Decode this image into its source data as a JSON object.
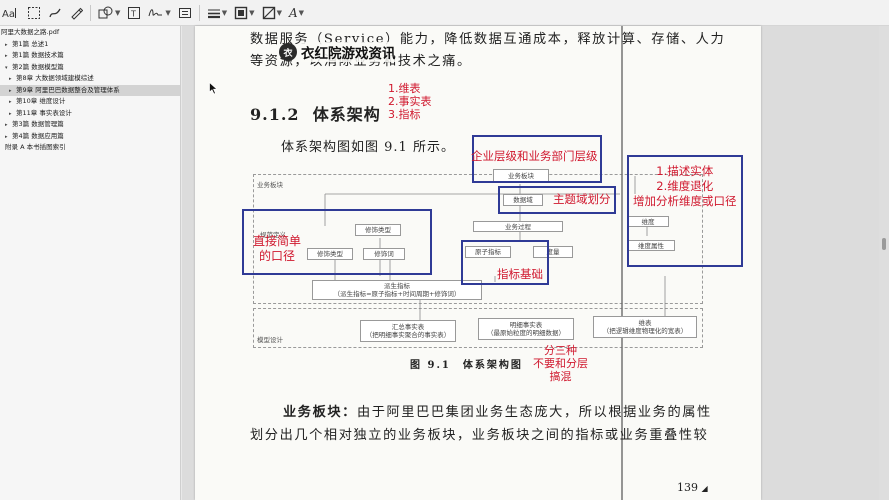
{
  "sidebar": {
    "items": [
      {
        "label": "阿里大数据之路.pdf",
        "indent": 0,
        "tri": "",
        "selected": false
      },
      {
        "label": "第1篇 总述1",
        "indent": 1,
        "tri": "▸",
        "selected": false
      },
      {
        "label": "第1篇 数据技术篇",
        "indent": 1,
        "tri": "▸",
        "selected": false
      },
      {
        "label": "第2篇 数据模型篇",
        "indent": 1,
        "tri": "▾",
        "selected": false
      },
      {
        "label": "第8章 大数据领域建模综述",
        "indent": 2,
        "tri": "▸",
        "selected": false
      },
      {
        "label": "第9章 阿里巴巴数据整合及管理体系",
        "indent": 2,
        "tri": "▸",
        "selected": true
      },
      {
        "label": "第10章 维度设计",
        "indent": 2,
        "tri": "▸",
        "selected": false
      },
      {
        "label": "第11章 事实表设计",
        "indent": 2,
        "tri": "▸",
        "selected": false
      },
      {
        "label": "第3篇 数据管理篇",
        "indent": 1,
        "tri": "▸",
        "selected": false
      },
      {
        "label": "第4篇 数据应用篇",
        "indent": 1,
        "tri": "▸",
        "selected": false
      },
      {
        "label": "附录 A 本书插图索引",
        "indent": 1,
        "tri": "",
        "selected": false
      }
    ]
  },
  "toolbar": {
    "text_tool_label": "A"
  },
  "page": {
    "line1": "数据服务（Service）能力，降低数据互通成本，释放计算、存储、人力",
    "line2": "等资源，以消除业务和技术之痛。",
    "watermark": "衣红院游戏资讯",
    "watermark_logo": "衣",
    "section_number": "9.1.2",
    "section_title": "体系架构",
    "intro": "体系架构图如图 9.1 所示。",
    "caption": "图 9.1　体系架构图",
    "para1": "业务板块：由于阿里巴巴集团业务生态庞大，所以根据业务的属性",
    "para1_bold": "业务板块：",
    "para2": "划分出几个相对独立的业务板块，业务板块之间的指标或业务重叠性较",
    "page_number": "139",
    "page_number_icon": "triangle-icon"
  },
  "annotations": {
    "list_1": "1.维表",
    "list_2": "2.事实表",
    "list_3": "3.指标",
    "enterprise_level": "企业层级和业务部门层级",
    "subject_domain": "主题域划分",
    "simple_caliber_1": "直接简单",
    "simple_caliber_2": "的口径",
    "indicator_basis": "指标基础",
    "dim_1": "1.描述实体",
    "dim_2": "2.维度退化",
    "dim_3": "增加分析维度或口径",
    "three_1": "分三种",
    "three_2": "不要和分层",
    "three_3": "搞混",
    "red_color": "#d0182e",
    "blue_color": "#2f3a96"
  },
  "diagram": {
    "business_board_region": "业务板块",
    "model_design_region": "模型设计",
    "business_board": "业务板块",
    "data_domain": "数据域",
    "business_process": "业务过程",
    "spec_def": "规范定义",
    "modifier_type_top": "修饰类型",
    "modifier_type_left": "修饰类型",
    "modifier_word": "修饰词",
    "atomic_indicator": "原子指标",
    "measure": "度量",
    "derived_title": "派生指标",
    "derived_formula": "（派生指标=原子指标+时间周期+修饰词）",
    "dimension": "维度",
    "dimension_attr": "维度属性",
    "summary_fact_title": "汇总事实表",
    "summary_fact_desc": "（把明细事实聚合的事实表）",
    "detail_fact_title": "明细事实表",
    "detail_fact_desc": "（最原始粒度的明细数据）",
    "dim_table_title": "维表",
    "dim_table_desc": "（把逻辑维度物理化的宽表）"
  }
}
